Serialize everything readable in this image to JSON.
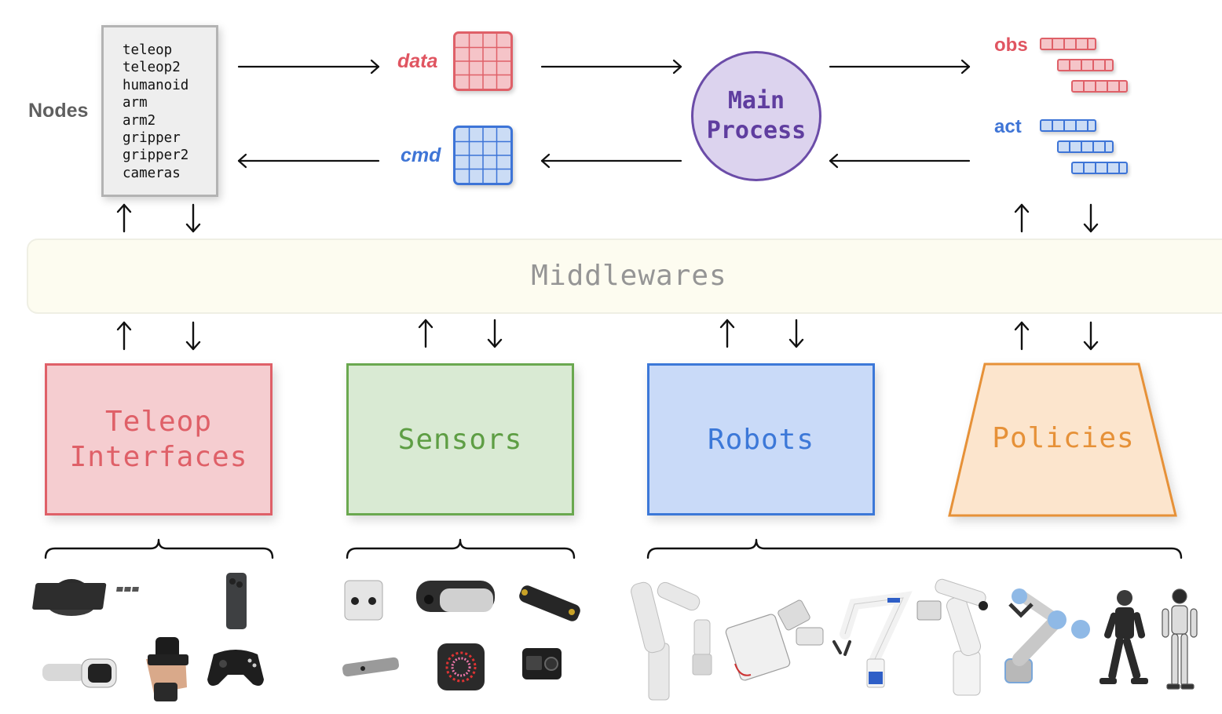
{
  "nodes": {
    "label": "Nodes",
    "items": [
      "teleop",
      "teleop2",
      "humanoid",
      "arm",
      "arm2",
      "gripper",
      "gripper2",
      "cameras"
    ]
  },
  "data_label": "data",
  "cmd_label": "cmd",
  "main_process": {
    "line1": "Main",
    "line2": "Process"
  },
  "obs_label": "obs",
  "act_label": "act",
  "middleware_label": "Middlewares",
  "categories": {
    "teleop": {
      "line1": "Teleop",
      "line2": "Interfaces"
    },
    "sensors": "Sensors",
    "robots": "Robots",
    "policies": "Policies"
  },
  "icons": {
    "teleop": [
      "spacemouse-icon",
      "keyboard-icon",
      "phone-icon",
      "vr-headset-icon",
      "exoskeleton-glove-icon",
      "gamepad-icon"
    ],
    "sensors": [
      "stereo-camera-icon",
      "depth-camera-icon",
      "zed-camera-icon",
      "realsense-camera-icon",
      "tactile-sensor-icon",
      "action-camera-icon"
    ],
    "robots": [
      "xarm-icon",
      "gripper-arm-icon",
      "kinova-arm-icon",
      "franka-arm-icon",
      "ur-arm-icon",
      "humanoid-robot-icon",
      "humanoid-robot-2-icon"
    ]
  },
  "colors": {
    "red": "#df6068",
    "blue": "#3c78d8",
    "green": "#6aa84f",
    "purple": "#6b4ca8",
    "orange": "#e69138",
    "gray": "#959595"
  }
}
